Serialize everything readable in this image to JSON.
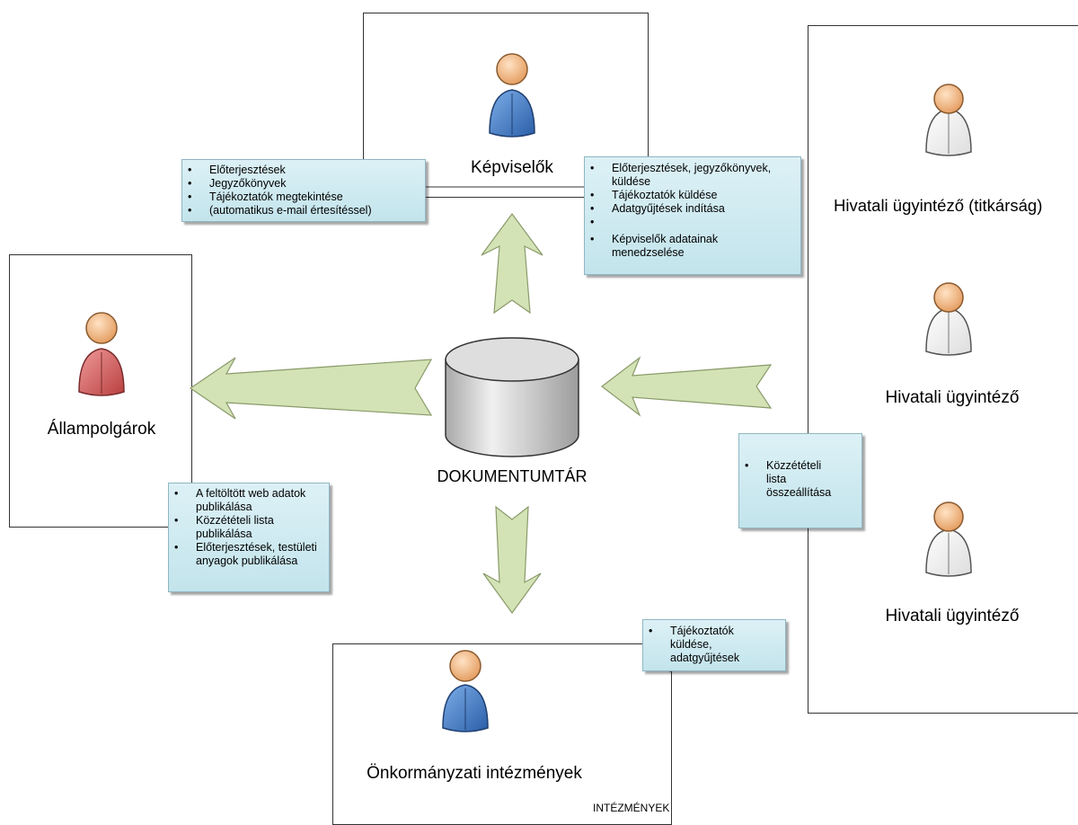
{
  "nodes": {
    "kepviselok": {
      "label": "Képviselők"
    },
    "hivatali_titkarsag": {
      "label": "Hivatali ügyintéző (titkárság)"
    },
    "hivatali_1": {
      "label": "Hivatali ügyintéző"
    },
    "hivatali_2": {
      "label": "Hivatali ügyintéző"
    },
    "allampolgarok": {
      "label": "Állampolgárok"
    },
    "dokumentumtar": {
      "label": "DOKUMENTUMTÁR"
    },
    "onkormanyzati": {
      "label": "Önkormányzati intézmények",
      "tag": "INTÉZMÉNYEK"
    }
  },
  "notes": {
    "kepviselok_view": [
      "Előterjesztések",
      "Jegyzőkönyvek",
      "Tájékoztatók megtekintése",
      "(automatikus e-mail értesítéssel)"
    ],
    "titkarsag_actions": [
      "Előterjesztések, jegyzőkönyvek, küldése",
      "Tájékoztatók küldése",
      "Adatgyűjtések indítása",
      "",
      "Képviselők adatainak menedzselése"
    ],
    "allampolgar_publish": [
      "A feltöltött web adatok publikálása",
      "Közzétételi lista publikálása",
      "Előterjesztések, testületi anyagok publikálása"
    ],
    "kozzeteteli": [
      "Közzétételi lista összeállítása"
    ],
    "intezmenyek": [
      "Tájékoztatók küldése, adatgyűjtések"
    ]
  },
  "colors": {
    "arrow_fill": "#d3e3b5",
    "arrow_stroke": "#8a9a6a",
    "note_bg": "#cfeaf1",
    "person_blue": "#3d77c4",
    "person_red": "#d25b5b",
    "person_white": "#ffffff",
    "skin": "#f2b37c",
    "cylinder": "#d7d7d7"
  }
}
